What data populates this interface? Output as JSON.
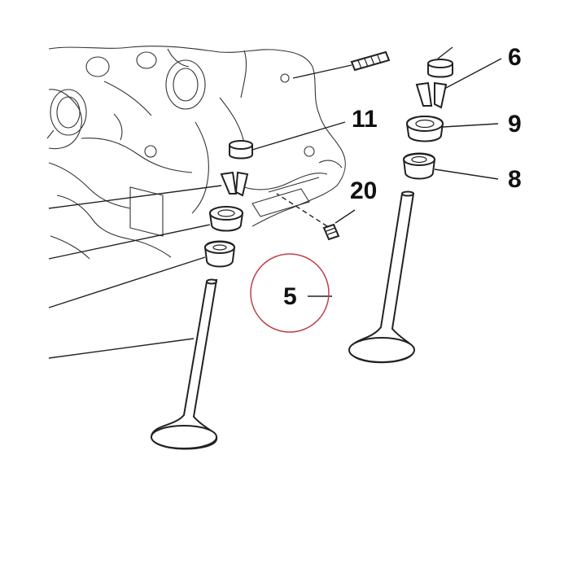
{
  "callouts": {
    "c6": "6",
    "c9": "9",
    "c8": "8",
    "c11": "11",
    "c20": "20",
    "c5": "5"
  },
  "colors": {
    "line": "#222222",
    "highlight_circle": "#c0404a",
    "background": "#ffffff"
  }
}
